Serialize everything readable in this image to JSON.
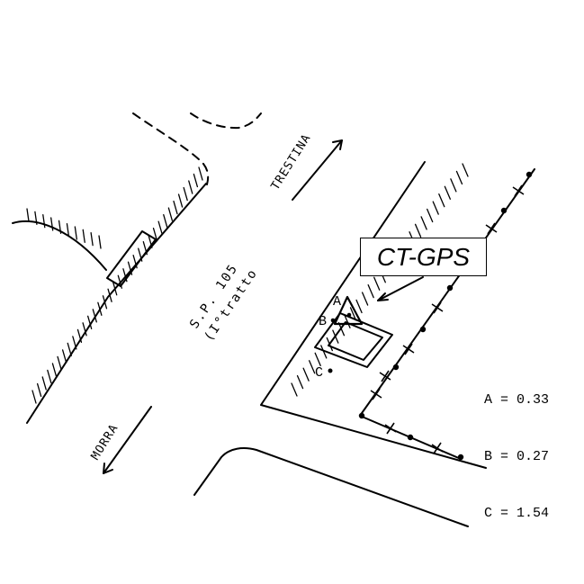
{
  "station_label": "CT-GPS",
  "road": {
    "name": "S.P. 105",
    "section": "(I°tratto"
  },
  "directions": {
    "north": "TRESTINA",
    "south": "MORRA"
  },
  "points": {
    "a": "A",
    "b": "B",
    "c": "C"
  },
  "legend": [
    {
      "key": "A",
      "value": "0.33"
    },
    {
      "key": "B",
      "value": "0.27"
    },
    {
      "key": "C",
      "value": "1.54"
    }
  ],
  "icons": {
    "station": "triangle-marker-icon",
    "arrow": "arrow-icon"
  }
}
